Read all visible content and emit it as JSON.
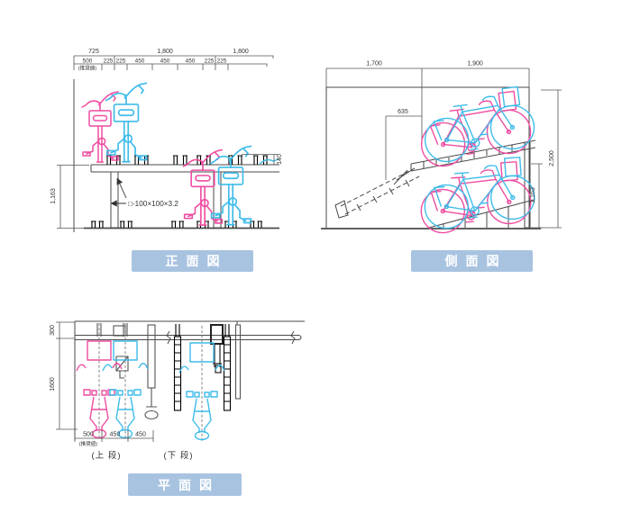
{
  "colors": {
    "pink": "#ee4da0",
    "cyan": "#3fbcea",
    "caption_bg": "#a8c3e0",
    "caption_text": "#ffffff"
  },
  "front": {
    "caption": "正面図",
    "top_dims": [
      "725",
      "1,800",
      "1,800"
    ],
    "pitch_dims": [
      "500",
      "225",
      "225",
      "450",
      "450",
      "450",
      "225",
      "225"
    ],
    "recommended_note": "(推奨値)",
    "height_lower": "1,163",
    "rail_height": "140",
    "post_spec": "□-100×100×3.2"
  },
  "side": {
    "caption": "側面図",
    "top_dims": [
      "1,700",
      "1,900"
    ],
    "inner_dim": "635",
    "height_total": "2,500",
    "height_lower": "1,163"
  },
  "plan": {
    "caption": "平面図",
    "top_offset": "300",
    "length": "1600",
    "bottom_dims": [
      "500",
      "450",
      "450"
    ],
    "recommended_note": "(推奨値)",
    "upper_tier_label": "(上 段)",
    "lower_tier_label": "(下 段)"
  }
}
